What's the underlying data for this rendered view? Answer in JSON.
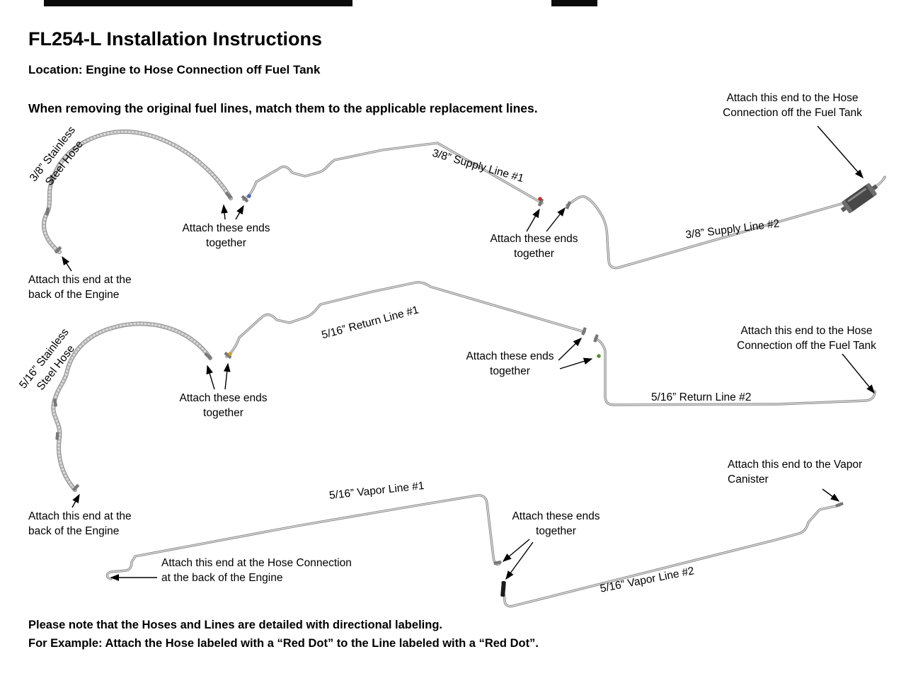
{
  "header": {
    "title": "FL254-L Installation Instructions",
    "location": "Location: Engine to Hose Connection off Fuel Tank",
    "intro": "When removing the original fuel lines, match them to the applicable replacement lines."
  },
  "supply": {
    "hose_label": "3/8” Stainless\nSteel Hose",
    "line1_label": "3/8” Supply Line #1",
    "line2_label": "3/8” Supply Line #2",
    "attach_ends_a": "Attach these ends\ntogether",
    "attach_ends_b": "Attach these ends\ntogether",
    "engine_label": "Attach this end at the\nback of the Engine",
    "tank_label": "Attach this end to the Hose\nConnection off the Fuel Tank"
  },
  "return": {
    "hose_label": "5/16” Stainless\nSteel Hose",
    "line1_label": "5/16” Return Line #1",
    "line2_label": "5/16” Return Line #2",
    "attach_ends_a": "Attach these ends\ntogether",
    "attach_ends_b": "Attach these ends\ntogether",
    "engine_label": "Attach this end at the\nback of the Engine",
    "tank_label": "Attach this end to the Hose\nConnection off the Fuel Tank"
  },
  "vapor": {
    "line1_label": "5/16” Vapor Line #1",
    "line2_label": "5/16” Vapor Line #2",
    "attach_ends": "Attach these ends\ntogether",
    "canister_label": "Attach this end to the Vapor\nCanister",
    "hose_connection_label": "Attach this end at the Hose Connection\nat the back of the Engine"
  },
  "footer": {
    "note1": "Please note that the Hoses and Lines are detailed with directional labeling.",
    "note2": "For Example: Attach the Hose labeled with a “Red Dot” to the Line labeled with a “Red Dot”."
  },
  "colors": {
    "red_dot": "#bf3030",
    "blue_dot": "#4a69bd",
    "yellow_dot": "#c9a227",
    "green_dot": "#5a8a3c"
  }
}
